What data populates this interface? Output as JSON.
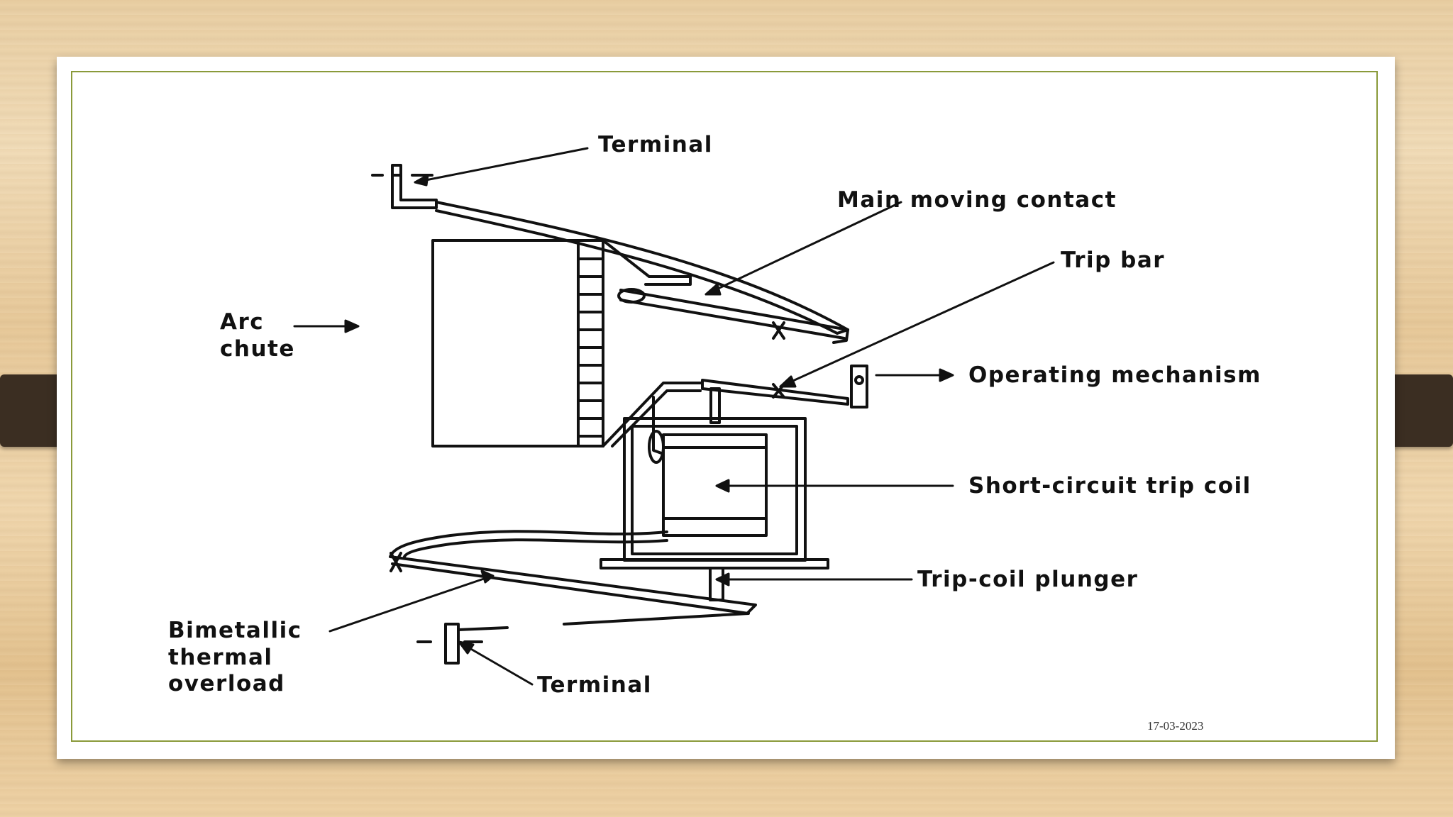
{
  "slide": {
    "date": "17-03-2023"
  },
  "diagram": {
    "labels": {
      "terminal_top": "Terminal",
      "main_moving_contact": "Main moving contact",
      "trip_bar": "Trip bar",
      "arc_chute_line1": "Arc",
      "arc_chute_line2": "chute",
      "operating_mechanism": "Operating mechanism",
      "short_circuit_trip_coil": "Short-circuit trip coil",
      "trip_coil_plunger": "Trip-coil plunger",
      "bimetallic_line1": "Bimetallic",
      "bimetallic_line2": "thermal",
      "bimetallic_line3": "overload",
      "terminal_bottom": "Terminal"
    }
  }
}
